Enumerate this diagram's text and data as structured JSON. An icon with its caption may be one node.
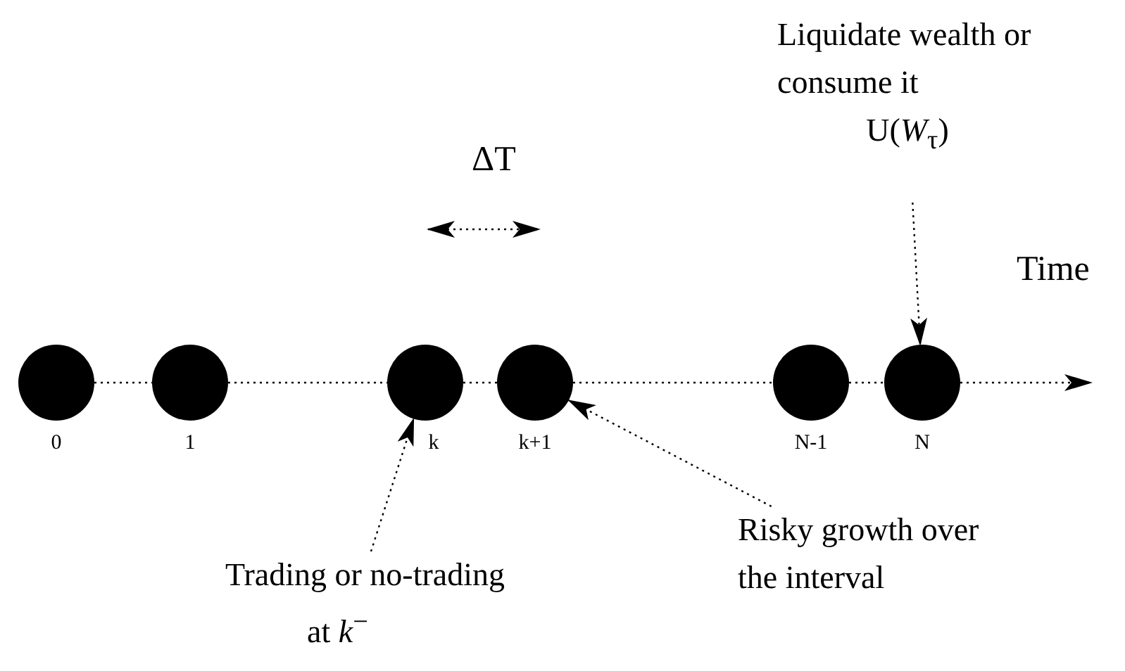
{
  "diagram": {
    "nodes": [
      {
        "text": [],
        "shape": "circle",
        "beside": [
          "0"
        ]
      },
      {
        "text": [],
        "shape": "circle",
        "beside": [
          "1"
        ]
      },
      {
        "text": [],
        "shape": "circle",
        "beside": [
          "k"
        ]
      },
      {
        "text": [],
        "shape": "circle",
        "beside": [
          "k+1"
        ]
      },
      {
        "text": [],
        "shape": "circle",
        "beside": [
          "N-1"
        ]
      },
      {
        "text": [],
        "shape": "circle",
        "beside": [
          "N"
        ]
      },
      {
        "text": [
          "Liquidate wealth or consume it",
          "U(*W*$_{τ}$)"
        ]
      },
      {
        "text": [
          "Trading or no-trading",
          "at *k*$^{−}$"
        ]
      },
      {
        "text": [
          "Risky growth over the interval"
        ]
      }
    ],
    "edges": [
      {
        "from": 0,
        "to": 1,
        "arrow": "none"
      },
      {
        "from": 1,
        "to": 2,
        "arrow": "none"
      },
      {
        "from": 2,
        "to": 3,
        "arrow": "none"
      },
      {
        "from": 3,
        "to": 4,
        "arrow": "none"
      },
      {
        "from": 4,
        "to": 5,
        "arrow": "none"
      },
      {
        "from": 5,
        "to": null,
        "arrow": "to"
      },
      {
        "from": 6,
        "to": 5,
        "arrow": "to"
      },
      {
        "from": 7,
        "to": 2,
        "arrow": "to"
      },
      {
        "from": 8,
        "to": 3,
        "arrow": "to"
      }
    ],
    "labels": [
      "ΔT",
      "Time"
    ]
  }
}
